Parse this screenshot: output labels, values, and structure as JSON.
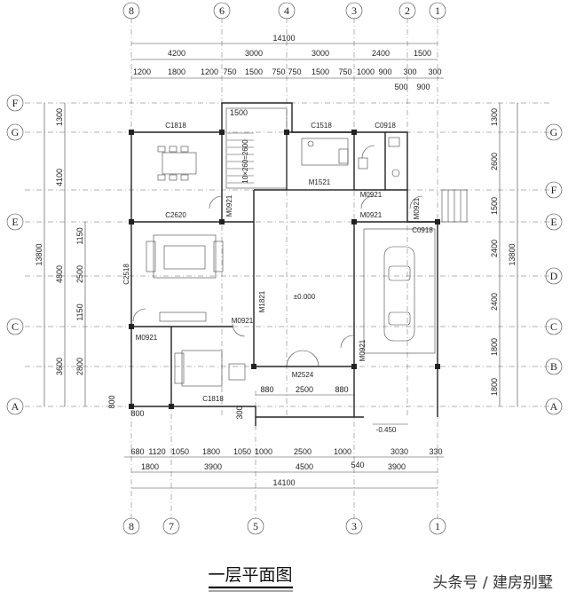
{
  "title": "一层平面图",
  "watermark": "头条号 / 建房别墅",
  "axes_top": [
    "8",
    "6",
    "4",
    "3",
    "2",
    "1"
  ],
  "axes_bottom": [
    "8",
    "7",
    "5",
    "3",
    "1"
  ],
  "axes_left": [
    "F",
    "G",
    "E",
    "C",
    "A"
  ],
  "axes_right": [
    "G",
    "F",
    "E",
    "D",
    "C",
    "B",
    "A"
  ],
  "dims_top_total": "14100",
  "dims_top_row1": [
    "4200",
    "3000",
    "3000",
    "2400",
    "1500"
  ],
  "dims_top_row2": [
    "1200",
    "1800",
    "1200",
    "750",
    "1500",
    "750",
    "750",
    "1500",
    "750",
    "1000",
    "900",
    "300",
    "300"
  ],
  "dims_top_row3": [
    "500",
    "900"
  ],
  "dims_left_total": "13800",
  "dims_left_row1": [
    "1300",
    "4100",
    "4800",
    "3600"
  ],
  "dims_left_row2": [
    "1150",
    "2500",
    "1150",
    "2800",
    "800"
  ],
  "dims_right_total": "13800",
  "dims_right_row1": [
    "1300",
    "2600",
    "1500",
    "2400",
    "2400",
    "1800",
    "1800"
  ],
  "dims_bottom_row1": [
    "680",
    "1120",
    "1050",
    "1800",
    "1050",
    "1000",
    "2500",
    "1000",
    "3030",
    "330"
  ],
  "dims_bottom_row2": [
    "1800",
    "3900",
    "4500",
    "3900"
  ],
  "dims_bottom_extra": "540",
  "dims_bottom_total": "14100",
  "dims_bottom_left": "800",
  "dims_inner": [
    "880",
    "2500",
    "880"
  ],
  "dims_inner_small": "300",
  "dims_stair": "1500",
  "stair_note": "10×260=2600",
  "labels": {
    "C1818_top": "C1818",
    "C1518": "C1518",
    "C0918_top": "C0918",
    "C2620": "C2620",
    "C2518": "C2518",
    "M0921_a": "M0921",
    "M0921_b": "M0921",
    "M0921_c": "M0921",
    "M0921_d": "M0921",
    "M0921_e": "M0921",
    "M0921_f": "M0921",
    "M1521": "M1521",
    "C0918_side": "C0918",
    "M1821": "M1821",
    "M2524": "M2524",
    "C1818_bottom": "C1818",
    "elev_main": "±0.000",
    "elev_garage": "-0.450"
  },
  "colors": {
    "line": "#222222",
    "background": "#ffffff"
  }
}
